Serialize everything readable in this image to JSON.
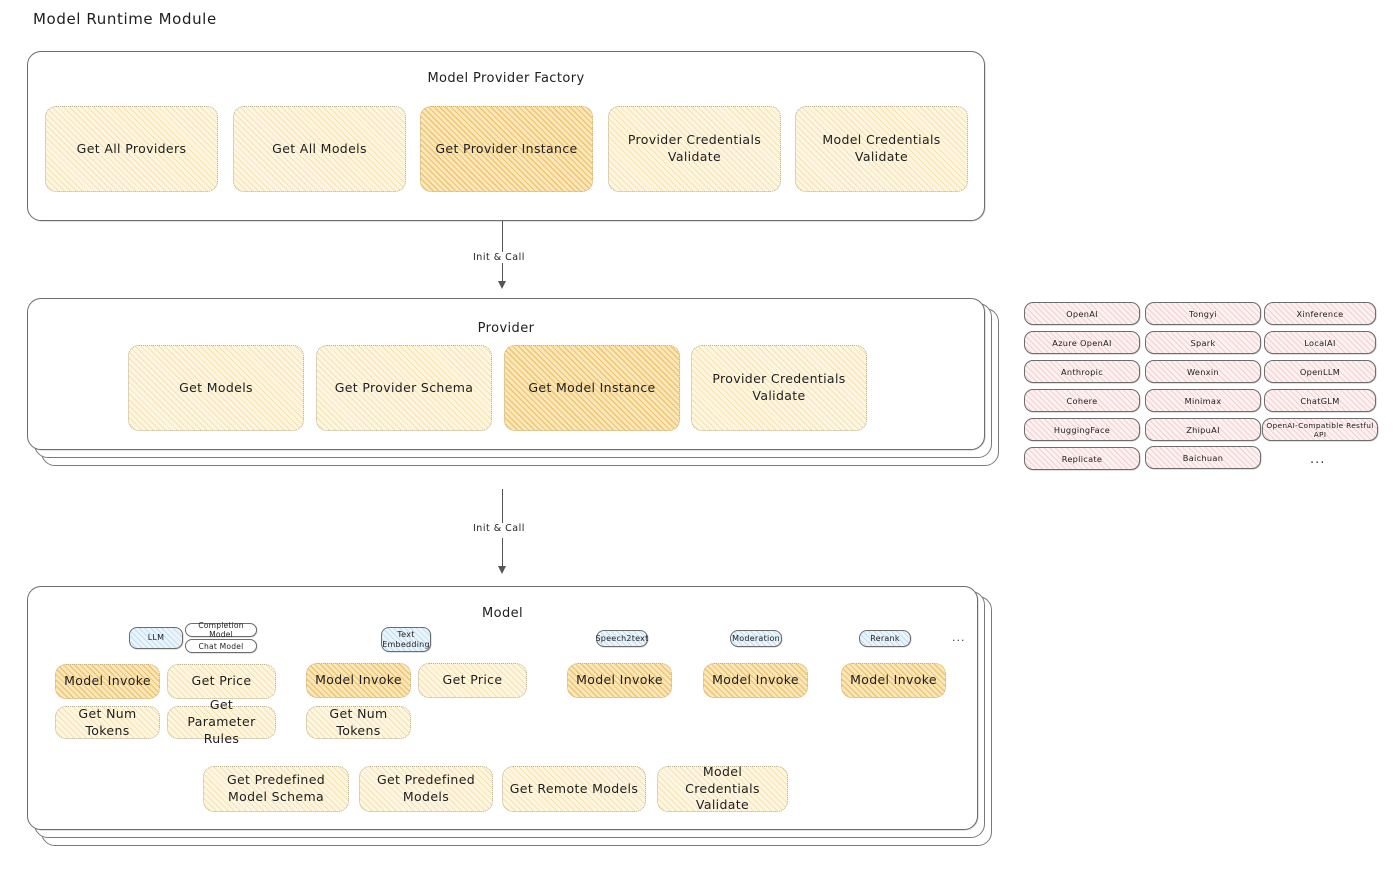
{
  "page": {
    "title": "Model Runtime Module"
  },
  "factory": {
    "title": "Model Provider Factory",
    "nodes": [
      {
        "label": "Get All Providers",
        "highlight": false
      },
      {
        "label": "Get All Models",
        "highlight": false
      },
      {
        "label": "Get Provider Instance",
        "highlight": true
      },
      {
        "label": "Provider Credentials Validate",
        "highlight": false
      },
      {
        "label": "Model Credentials Validate",
        "highlight": false
      }
    ]
  },
  "arrows": [
    {
      "label": "Init & Call"
    },
    {
      "label": "Init & Call"
    }
  ],
  "provider": {
    "title": "Provider",
    "nodes": [
      {
        "label": "Get Models",
        "highlight": false
      },
      {
        "label": "Get Provider Schema",
        "highlight": false
      },
      {
        "label": "Get Model Instance",
        "highlight": true
      },
      {
        "label": "Provider Credentials Validate",
        "highlight": false
      }
    ]
  },
  "provider_list": {
    "columns": [
      {
        "items": [
          "OpenAI",
          "Azure OpenAI",
          "Anthropic",
          "Cohere",
          "HuggingFace",
          "Replicate"
        ]
      },
      {
        "items": [
          "Tongyi",
          "Spark",
          "Wenxin",
          "Minimax",
          "ZhipuAI",
          "Baichuan"
        ]
      },
      {
        "items": [
          "Xinference",
          "LocalAI",
          "OpenLLM",
          "ChatGLM",
          "OpenAI-Compatible Restful API"
        ]
      }
    ],
    "more": "..."
  },
  "model": {
    "title": "Model",
    "more": "...",
    "types": [
      {
        "tag": "LLM",
        "tag_style": "blue",
        "subtags": [
          "Completion Model",
          "Chat Model"
        ],
        "nodes": [
          {
            "label": "Model Invoke",
            "highlight": true
          },
          {
            "label": "Get Price",
            "highlight": false
          },
          {
            "label": "Get Num Tokens",
            "highlight": false
          },
          {
            "label": "Get Parameter Rules",
            "highlight": false
          }
        ]
      },
      {
        "tag": "Text Embedding",
        "tag_style": "blue",
        "subtags": [],
        "nodes": [
          {
            "label": "Model Invoke",
            "highlight": true
          },
          {
            "label": "Get Price",
            "highlight": false
          },
          {
            "label": "Get Num Tokens",
            "highlight": false
          }
        ]
      },
      {
        "tag": "Speech2text",
        "tag_style": "blue",
        "subtags": [],
        "nodes": [
          {
            "label": "Model Invoke",
            "highlight": true
          }
        ]
      },
      {
        "tag": "Moderation",
        "tag_style": "blue",
        "subtags": [],
        "nodes": [
          {
            "label": "Model Invoke",
            "highlight": true
          }
        ]
      },
      {
        "tag": "Rerank",
        "tag_style": "blue",
        "subtags": [],
        "nodes": [
          {
            "label": "Model Invoke",
            "highlight": true
          }
        ]
      }
    ],
    "common_nodes": [
      {
        "label": "Get Predefined Model Schema",
        "highlight": false
      },
      {
        "label": "Get Predefined Models",
        "highlight": false
      },
      {
        "label": "Get Remote Models",
        "highlight": false
      },
      {
        "label": "Model Credentials Validate",
        "highlight": false
      }
    ]
  },
  "colors": {
    "node_fill": "#fdf6e3",
    "node_fill_highlight": "#fbe7bd",
    "chip_fill": "#fdf1f1",
    "tag_blue_fill": "#eaf4fb",
    "stroke": "#6d6d6d",
    "background": "#ffffff"
  }
}
